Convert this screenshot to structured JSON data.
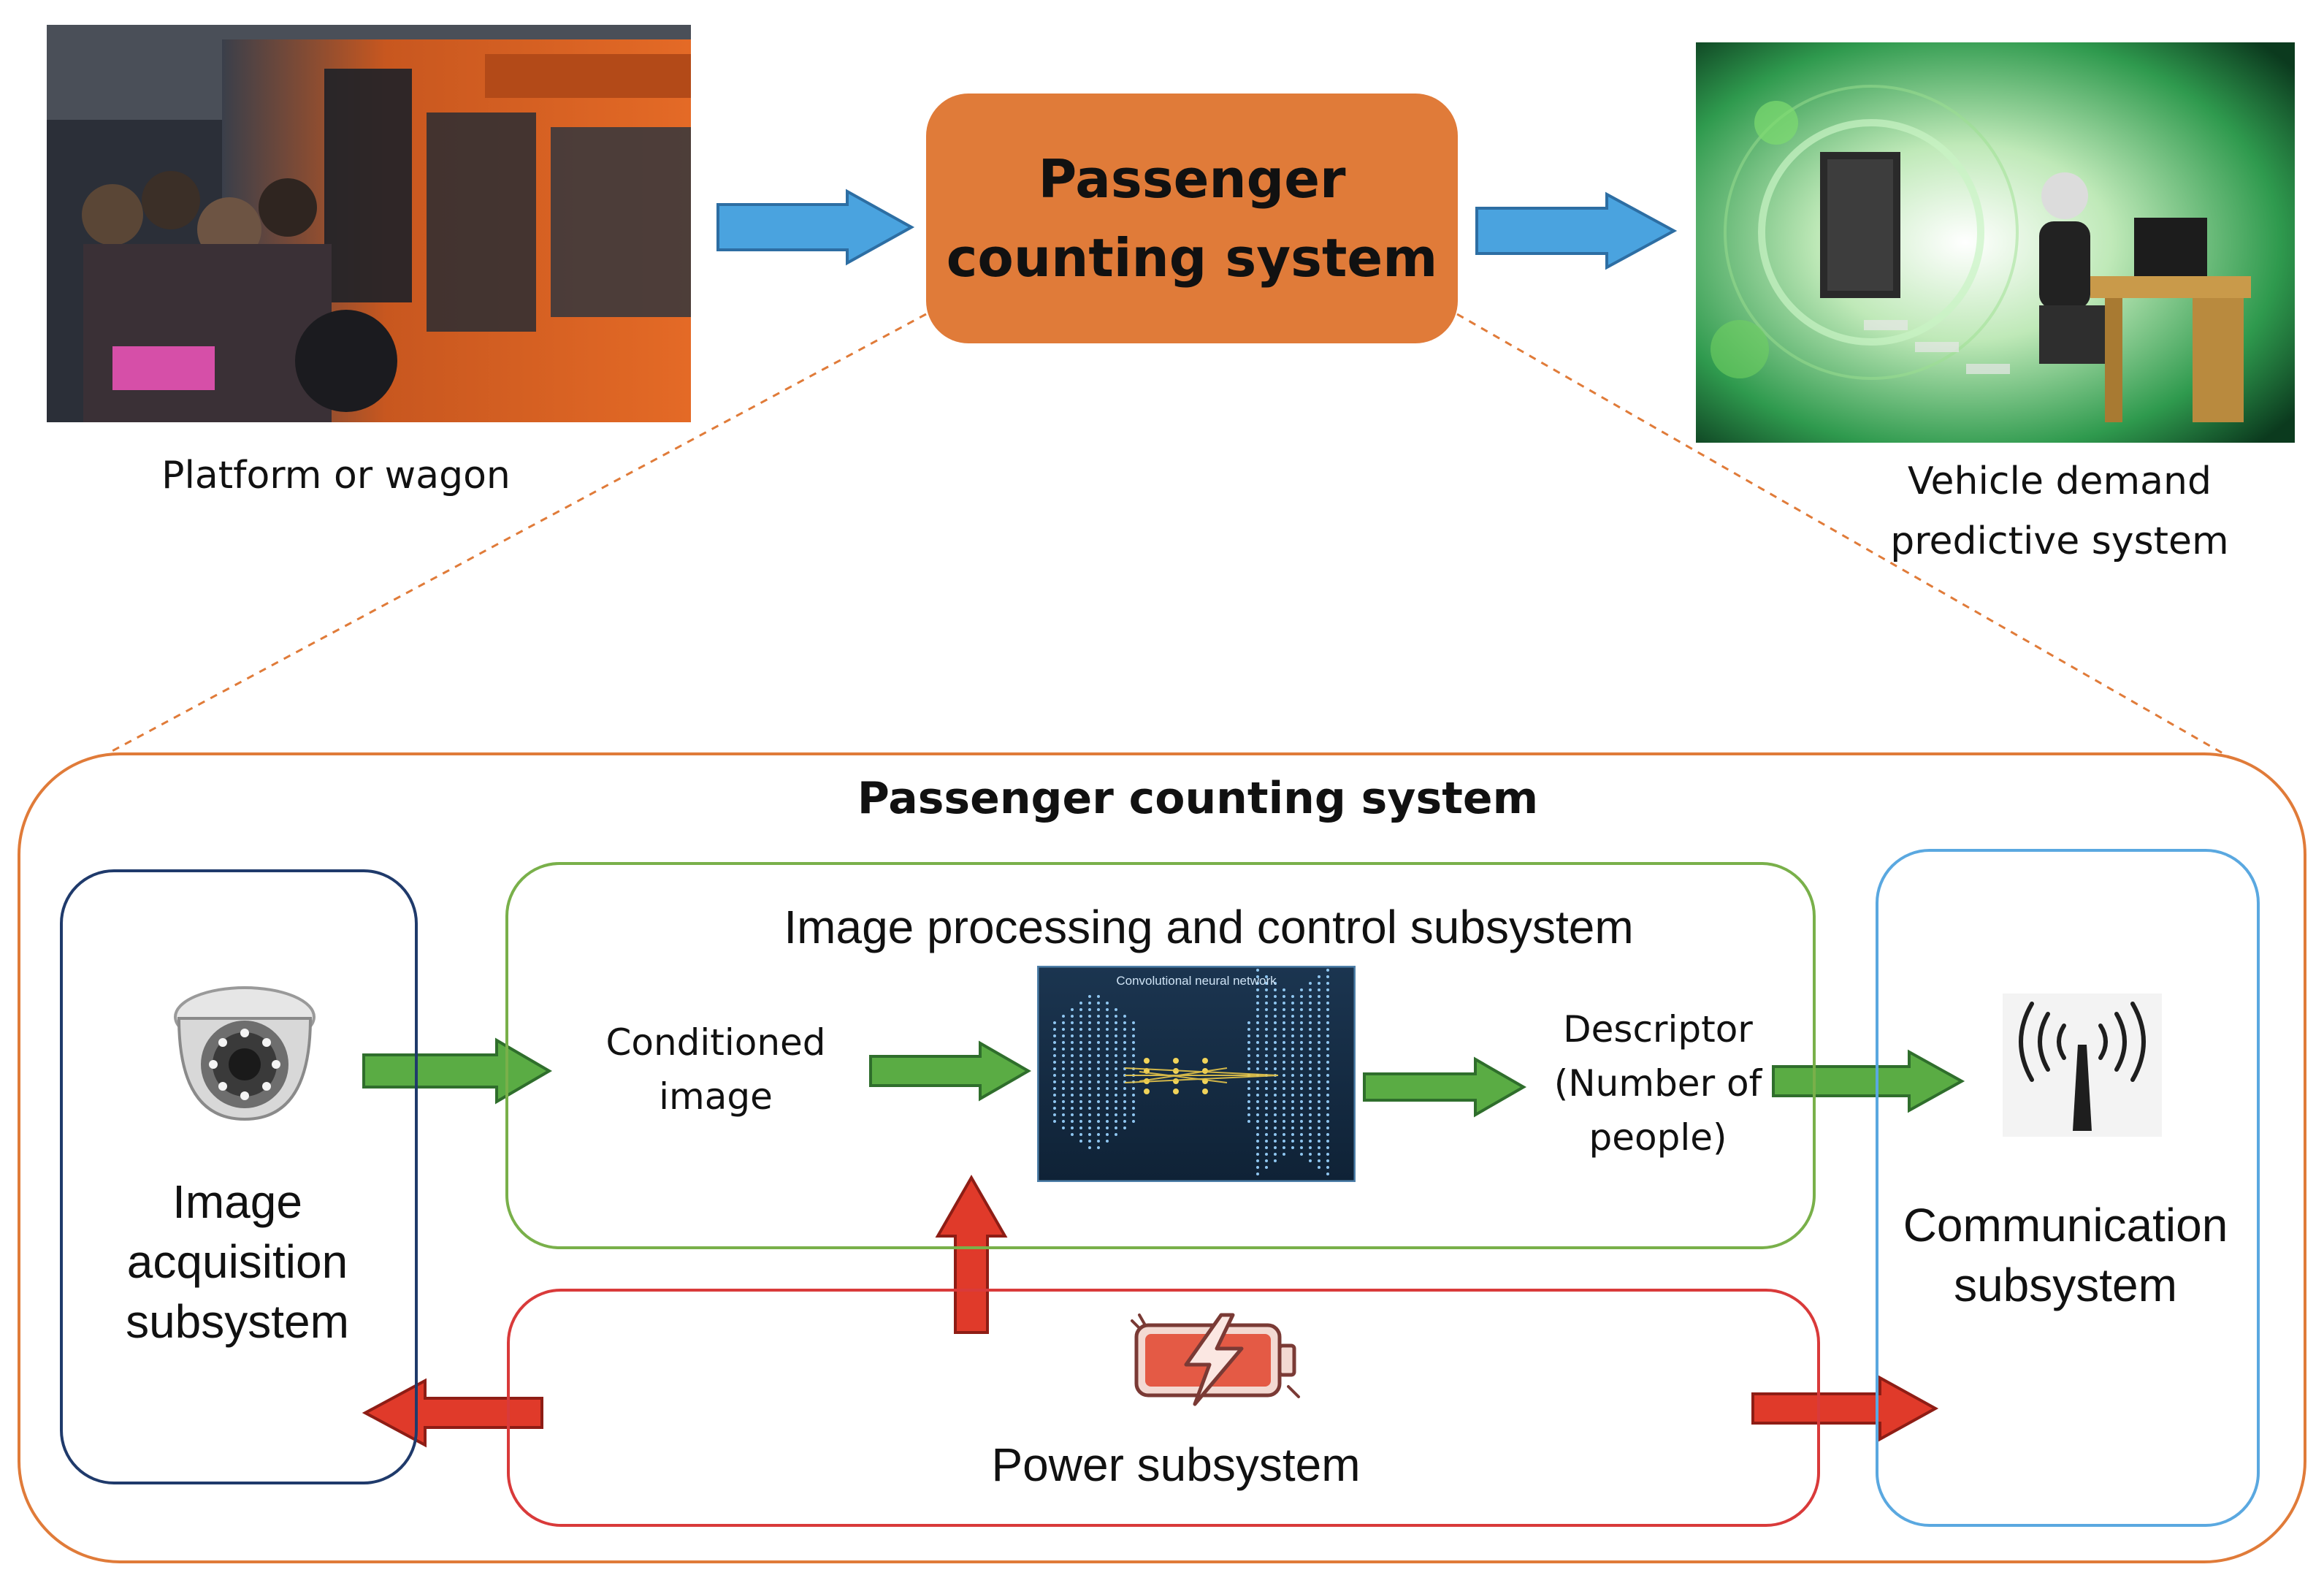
{
  "top": {
    "source_caption": "Platform or wagon",
    "center_box_line1": "Passenger",
    "center_box_line2": "counting system",
    "target_caption_line1": "Vehicle demand",
    "target_caption_line2": "predictive system"
  },
  "detail": {
    "heading": "Passenger counting system",
    "acquisition": {
      "line1": "Image",
      "line2": "acquisition",
      "line3": "subsystem",
      "icon": "dome-camera-icon"
    },
    "processing": {
      "title": "Image processing and control subsystem",
      "input_line1": "Conditioned",
      "input_line2": "image",
      "cnn_caption": "Convolutional neural network",
      "output_line1": "Descriptor",
      "output_line2": "(Number of",
      "output_line3": "people)"
    },
    "communication": {
      "line1": "Communication",
      "line2": "subsystem",
      "icon": "antenna-icon"
    },
    "power": {
      "title": "Power subsystem",
      "icon": "battery-charging-icon"
    }
  },
  "colors": {
    "orange": "#e07b39",
    "blue_arrow": "#4aa3df",
    "green_arrow": "#5aac44",
    "red_arrow": "#e03a2a",
    "acquisition_border": "#1f3a6b",
    "processing_border": "#79b04a",
    "communication_border": "#5aa8e0",
    "power_border": "#d93a3a"
  }
}
